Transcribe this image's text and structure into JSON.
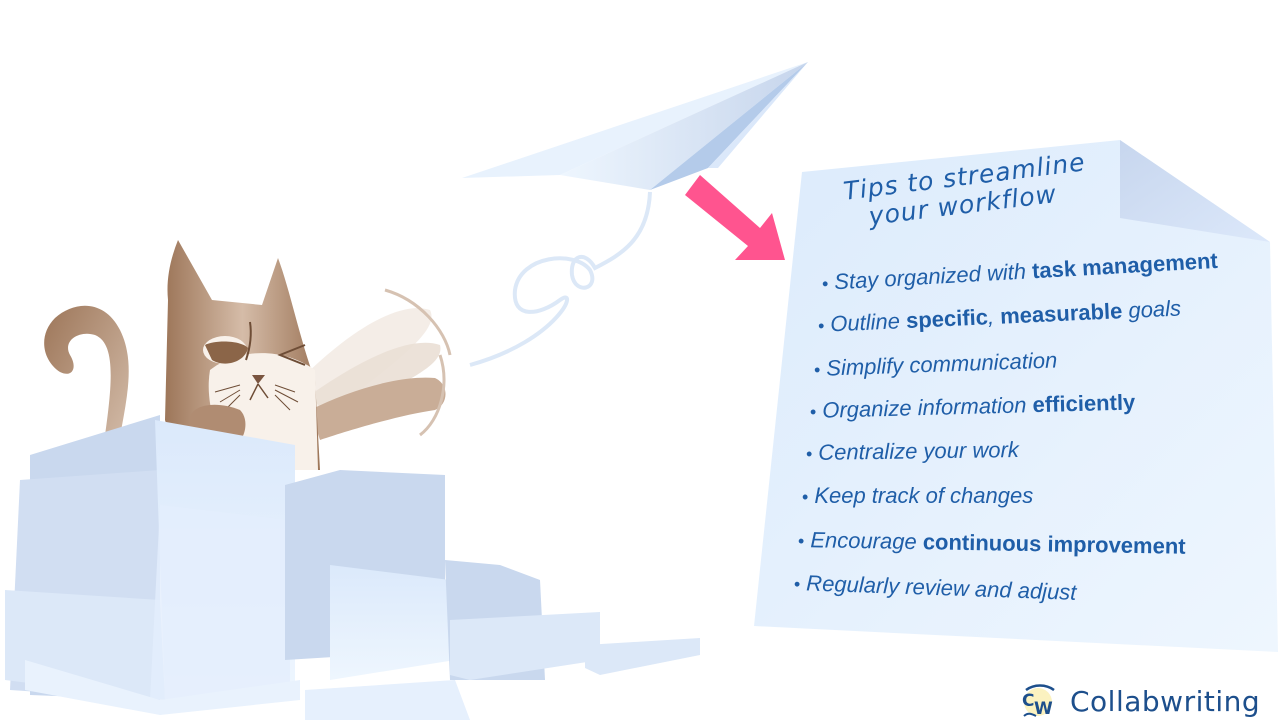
{
  "note": {
    "title_line1": "Tips to streamline",
    "title_line2": "your workflow",
    "tips": [
      {
        "normal": "Stay organized with ",
        "bold": "task management",
        "after": ""
      },
      {
        "normal": "Outline ",
        "bold": "specific",
        "mid": ", ",
        "bold2": "measurable",
        "after": " goals"
      },
      {
        "normal": "Simplify communication",
        "bold": "",
        "after": ""
      },
      {
        "normal": "Organize information ",
        "bold": "efficiently",
        "after": ""
      },
      {
        "normal": "Centralize your work",
        "bold": "",
        "after": ""
      },
      {
        "normal": "Keep track of changes",
        "bold": "",
        "after": ""
      },
      {
        "normal": "Encourage ",
        "bold": "continuous improvement",
        "after": ""
      },
      {
        "normal": "Regularly review and adjust",
        "bold": "",
        "after": ""
      }
    ],
    "bullet": "•"
  },
  "brand": {
    "name": "Collabwriting",
    "logo_text": "CW"
  },
  "colors": {
    "text_blue": "#1f5ea8",
    "arrow_pink": "#ff548f",
    "paper_light": "#e3f0fd",
    "paper_mid": "#c9d8ee",
    "cat_brown": "#a07a5e",
    "cat_light": "#d8bfab",
    "brand_blue": "#1d4f8c"
  },
  "illustrations": {
    "cat": "grumpy-cat-icon",
    "paper_plane": "paper-plane-icon",
    "arrow": "arrow-down-right-icon",
    "paper_stacks": "paper-stack-icon"
  }
}
